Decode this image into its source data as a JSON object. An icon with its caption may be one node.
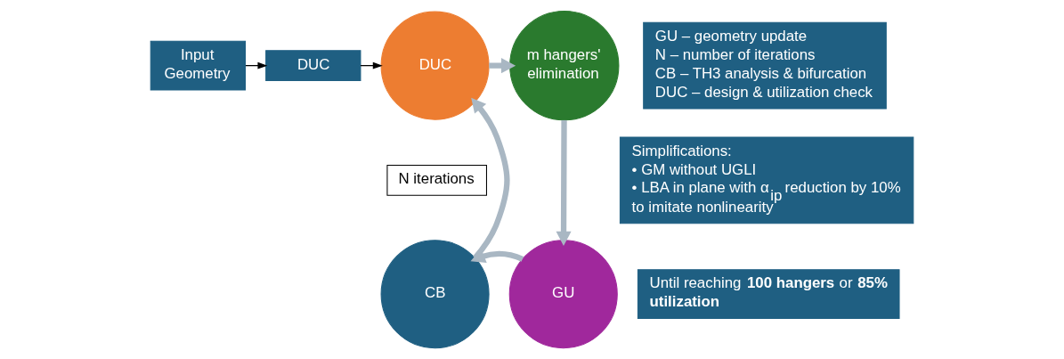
{
  "diagram": {
    "nodes": [
      {
        "text": [
          "Input Geometry"
        ]
      },
      {
        "text": [
          "DUC"
        ]
      },
      {
        "text": [
          "DUC"
        ]
      },
      {
        "text": [
          "m hangers' elimination"
        ]
      },
      {
        "text": [
          "CB"
        ]
      },
      {
        "text": [
          "GU"
        ]
      },
      {
        "text": [
          "N iterations"
        ]
      },
      {
        "text": [
          "GU – geometry update",
          "N – number of iterations",
          "CB – TH3 analysis & bifurcation",
          "DUC – design & utilization check"
        ]
      },
      {
        "text": [
          "Simplifications:",
          "• GM without UGLI",
          "• LBA in plane with α$_{ip}$ reduction by 10% to imitate nonlinearity"
        ]
      },
      {
        "text": [
          "Until reaching **100 hangers** or **85% utilization**"
        ]
      }
    ],
    "edges": [
      {
        "from": 0,
        "to": 1,
        "arrow": "to",
        "color": "#000000"
      },
      {
        "from": 1,
        "to": 2,
        "arrow": "to",
        "color": "#000000"
      },
      {
        "from": 2,
        "to": 3,
        "arrow": "to"
      },
      {
        "from": 3,
        "to": 5,
        "arrow": "to"
      },
      {
        "from": 5,
        "to": 4,
        "arrow": "to"
      },
      {
        "from": 4,
        "to": 2,
        "arrow": "to"
      }
    ]
  }
}
